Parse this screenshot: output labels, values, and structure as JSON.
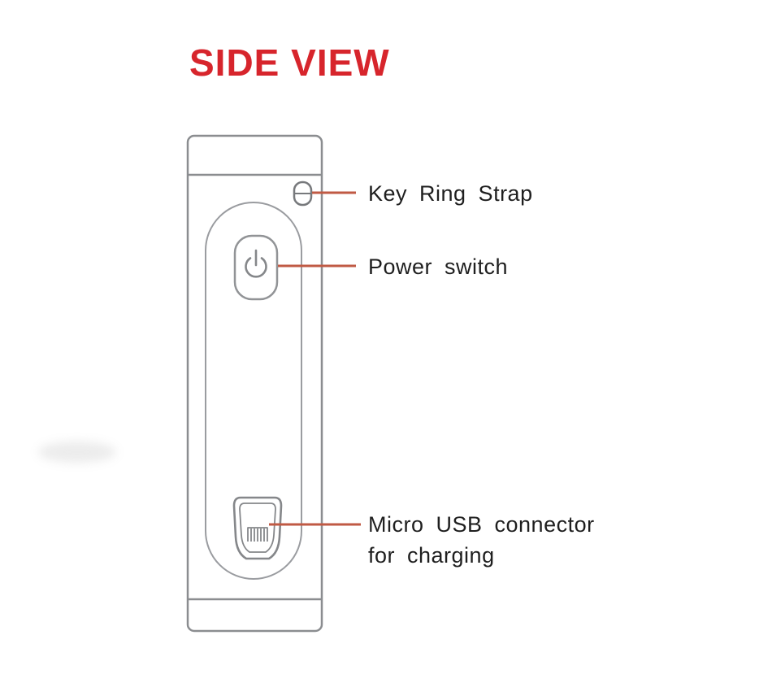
{
  "title": "SIDE VIEW",
  "callouts": {
    "key_ring_strap": {
      "label": "Key Ring Strap"
    },
    "power_switch": {
      "label": "Power switch"
    },
    "micro_usb": {
      "line1": "Micro USB connector",
      "line2": "for charging"
    }
  },
  "icons": {
    "power_symbol": "power-icon"
  },
  "colors": {
    "title_red": "#d7252c",
    "callout_line": "#c05a44",
    "device_outline": "#8b8d90",
    "label_text": "#1f1f1f"
  }
}
